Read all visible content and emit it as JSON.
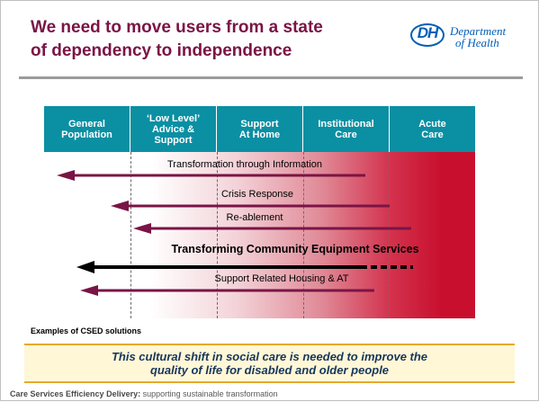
{
  "title": {
    "line1": "We need to move users from a state",
    "line2": "of dependency to independence"
  },
  "logo": {
    "badge": "DH",
    "line1": "Department",
    "line2": "of Health",
    "color": "#005eb8"
  },
  "header_color": "#0b8fa3",
  "arrow_color": "#7a1446",
  "columns": [
    "General\nPopulation",
    "‘Low Level’\nAdvice &\nSupport",
    "Support\nAt Home",
    "Institutional\nCare",
    "Acute\nCare"
  ],
  "arrows": [
    {
      "label": "Transformation through Information",
      "style": "maroon"
    },
    {
      "label": "Crisis Response",
      "style": "maroon"
    },
    {
      "label": "Re-ablement",
      "style": "maroon"
    },
    {
      "label": "Transforming Community Equipment Services",
      "style": "black-bold"
    },
    {
      "label": "Support Related Housing & AT",
      "style": "maroon"
    }
  ],
  "examples_label": "Examples of CSED solutions",
  "callout": {
    "line1": "This cultural shift in social care is needed to improve the",
    "line2": "quality of life for disabled and older people"
  },
  "footer": {
    "bold": "Care Services Efficiency Delivery:",
    "rest": " supporting sustainable transformation"
  }
}
